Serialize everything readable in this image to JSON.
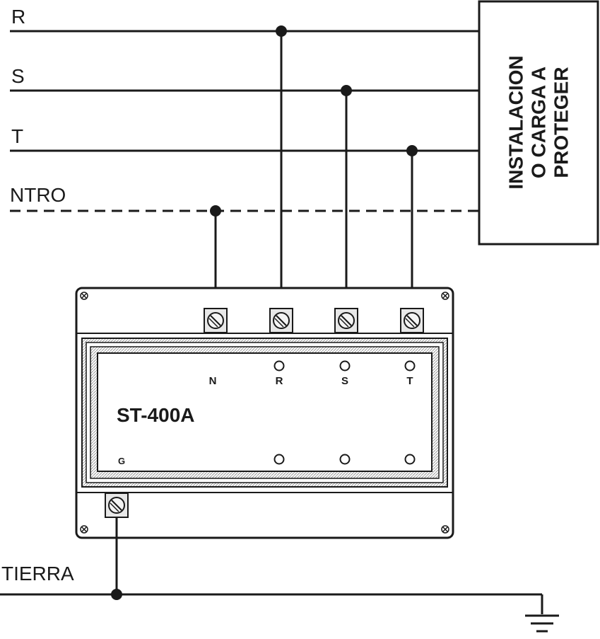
{
  "lines": {
    "r_label": "R",
    "s_label": "S",
    "t_label": "T",
    "neutral_label": "NTRO",
    "ground_label": "TIERRA"
  },
  "load_box": {
    "line1": "INSTALACION",
    "line2": "O CARGA A",
    "line3": "PROTEGER"
  },
  "device": {
    "model": "ST-400A",
    "terminal_n": "N",
    "terminal_r": "R",
    "terminal_s": "S",
    "terminal_t": "T",
    "terminal_g": "G"
  }
}
